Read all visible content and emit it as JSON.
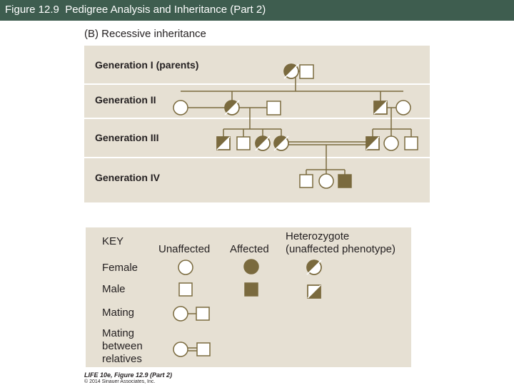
{
  "title": "Figure 12.9  Pedigree Analysis and Inheritance (Part 2)",
  "subtitle": "(B)  Recessive inheritance",
  "generations": {
    "g1": "Generation I (parents)",
    "g2": "Generation II",
    "g3": "Generation III",
    "g4": "Generation IV"
  },
  "key": {
    "title": "KEY",
    "col_unaffected": "Unaffected",
    "col_affected": "Affected",
    "col_het_1": "Heterozygote",
    "col_het_2": "(unaffected phenotype)",
    "row_female": "Female",
    "row_male": "Male",
    "row_mating": "Mating",
    "row_rel_1": "Mating",
    "row_rel_2": "between",
    "row_rel_3": "relatives"
  },
  "credit": {
    "line1": "LIFE 10e, Figure 12.9 (Part 2)",
    "line2": "© 2014 Sinauer Associates, Inc."
  },
  "colors": {
    "title_bar": "#3e5d4f",
    "panel": "#e6e0d3",
    "affected": "#7a6a3e",
    "line": "#7a6a3e"
  }
}
